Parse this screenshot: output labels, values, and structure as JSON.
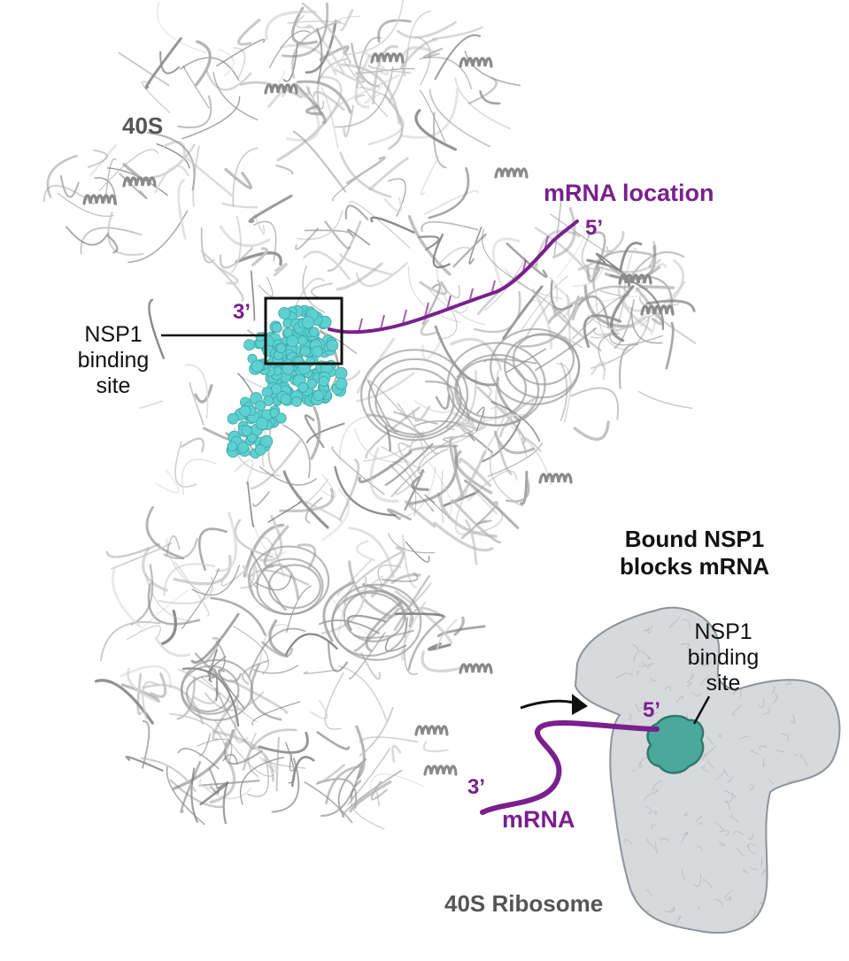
{
  "colors": {
    "rna_strands": "#9a9a9a",
    "protein_ribbons": "#8a8a8a",
    "nsp1_spheres": "#5fd0d0",
    "mrna": "#7a1f8e",
    "schematic_body": "#c9ccd1",
    "schematic_nsp1": "#4aa99a",
    "label_gray": "#555555",
    "label_black": "#111111"
  },
  "structure": {
    "subunit_label": "40S",
    "mrna_location_label": "mRNA location",
    "five_prime_top": "5’",
    "three_prime_top": "3’",
    "nsp1_site_label": [
      "NSP1",
      "binding",
      "site"
    ]
  },
  "schematic": {
    "title": [
      "Bound NSP1",
      "blocks mRNA"
    ],
    "nsp1_site_label": [
      "NSP1",
      "binding",
      "site"
    ],
    "five_prime": "5’",
    "three_prime": "3’",
    "mrna_label": "mRNA",
    "ribosome_label": "40S Ribosome"
  }
}
